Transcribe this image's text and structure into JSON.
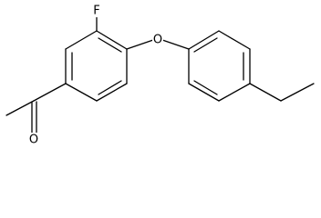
{
  "molecule": {
    "atoms": {
      "fluorine": "F",
      "ether_oxygen": "O",
      "carbonyl_oxygen": "O"
    }
  }
}
